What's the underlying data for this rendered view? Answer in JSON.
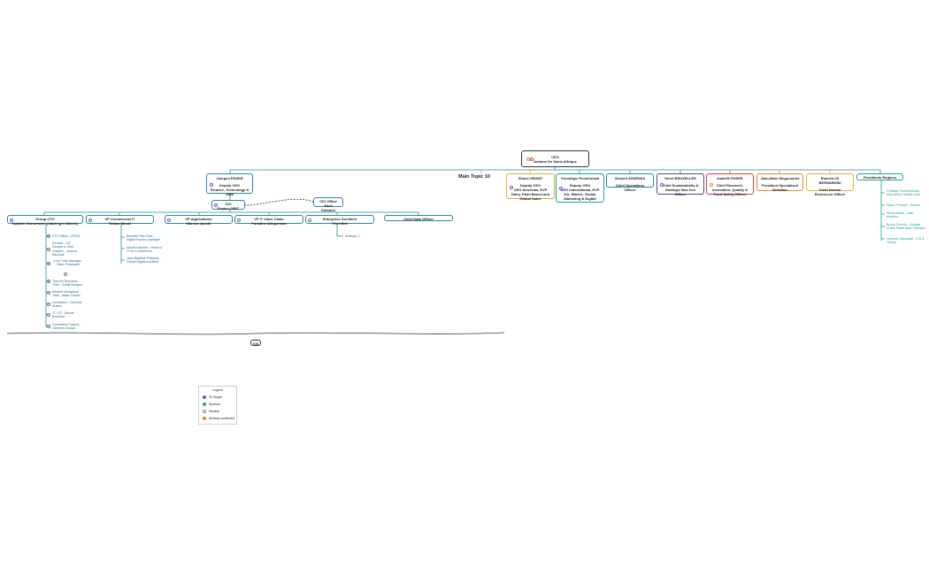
{
  "ceo": {
    "title": "CEO",
    "name": "Antoine De Saint-Affrique"
  },
  "main_topic": "Main Topic 10",
  "juergen": {
    "name": "Juergen ESSER",
    "role": "Deputy CEO",
    "sub": "Finance, Technology & Data"
  },
  "cio": {
    "line1": "CIO",
    "line2": "Erwin LOBIT"
  },
  "cio_office": {
    "line1": "CIO Office",
    "line2": "Saeli Kalbanit"
  },
  "shane": {
    "name": "Shane GRANT",
    "role": "Deputy CEO",
    "sub": "CEO Americas, EVP Dairy, Plant Based and Global Sales"
  },
  "veronique": {
    "name": "Véronique Penchienati",
    "role": "Deputy CEO",
    "sub": "CEO International, EVP EA, Waters, Global Marketing & Digital"
  },
  "vincent": {
    "name": "Vincent ASSENAS",
    "role": "Chief Operations Officer"
  },
  "henri": {
    "name": "Henri BRUXELLES",
    "role": "Chief Sustainability & Strategic Bus Dev Officer"
  },
  "isabelle": {
    "name": "Isabelle ESSER",
    "role": "Chief Research, Innovation, Quality & Food Safety Officer"
  },
  "jean_marc": {
    "name": "Jean-Marc Mugnouolet",
    "role": "President Specialized Nutrition"
  },
  "roberto": {
    "name": "Roberto DI BERNARDINI",
    "role": "Chief Human Resources Officer"
  },
  "presidents": {
    "name": "Presidents Regions"
  },
  "presidents_children": [
    "Christian Dominkowsky - Asia Africa, Middle East",
    "Pablo Perversi - Europe",
    "Silvia Davila - Latin America",
    "Bruno Chevrot - Greater China, North Asia, Oceania",
    "Ozantra Cappadali - CIS & Turkey"
  ],
  "level3": [
    {
      "line1": "Group CTO",
      "line2": "Isabelle Dornemeier (starting in March)"
    },
    {
      "line1": "VP Commercial IT",
      "line2": "Tobias Mirasi"
    },
    {
      "line1": "VP Applications",
      "line2": "Marcus Jacobi"
    },
    {
      "line1": "VP IT Value Chain",
      "line2": "Fontaine Allegoresm"
    },
    {
      "line1": "Enterprise Architect",
      "line2": "Piert Bell"
    },
    {
      "line1": "Chief Data Officer",
      "line2": ""
    }
  ],
  "cto_children": [
    "CTO Office - OPEN",
    "Director - IoT Devops & Infra Chapter - Joanna Wiczode",
    "Core Tribe Manager - Marc Pinkowski",
    "Tech for Business Tribe - Small Burigoo",
    "Modern Workplace Tribe - Aidan Parker",
    "Incubation - Clément Ariand",
    "IT / OT - Benoit Boulliard",
    "Connected Factory - Clément Arnaud"
  ],
  "commercial_children": [
    "Benedit-Pilan Ruiz - Digital Factory Manager",
    "Antoine Aimeel - Head of IT for e-commerce",
    "Jean-Baptiste Flaburey - Global Digital Architect"
  ],
  "ea_children": [
    "Subtopic 1"
  ],
  "cis_tag": "CIS",
  "legend": {
    "title": "Legend",
    "items": [
      {
        "label": "To Target",
        "color": "#6a5ac8"
      },
      {
        "label": "Sponsor",
        "color": "#1aa58a"
      },
      {
        "label": "Neutral",
        "color": "#888888"
      },
      {
        "label": "Already contacted",
        "color": "#e08a2a"
      }
    ]
  }
}
